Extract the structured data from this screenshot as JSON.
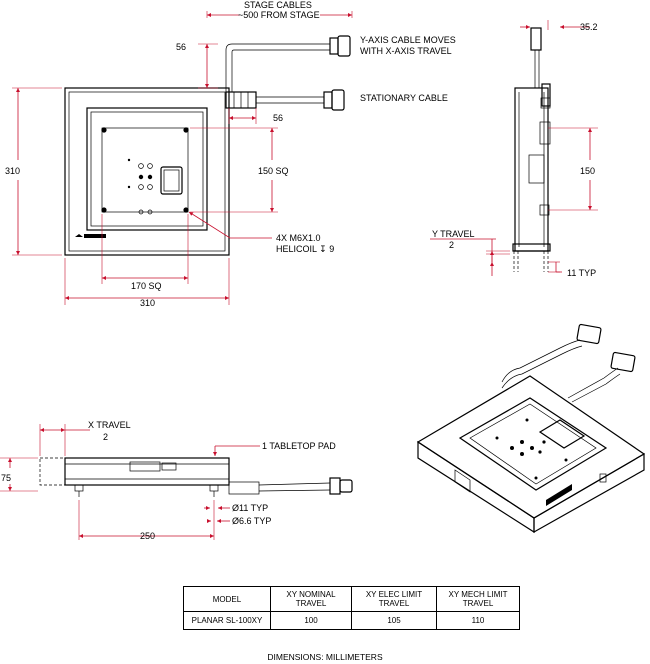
{
  "top_view": {
    "stage_cables_label_1": "STAGE CABLES",
    "stage_cables_label_2": "~500 FROM STAGE",
    "dim_56_vertical": "56",
    "dim_56_horizontal": "56",
    "y_axis_cable_1": "Y-AXIS CABLE MOVES",
    "y_axis_cable_2": "WITH X-AXIS TRAVEL",
    "stationary_cable": "STATIONARY CABLE",
    "dim_310_left": "310",
    "dim_150_sq": "150 SQ",
    "dim_170_sq": "170 SQ",
    "dim_310_bottom": "310",
    "holes_1": "4X M6X1.0",
    "holes_2": "HELICOIL ↧ 9"
  },
  "side_view": {
    "dim_35_2": "35.2",
    "dim_150": "150",
    "y_travel_label": "Y TRAVEL",
    "y_travel_value": "2",
    "dim_11_typ": "11 TYP"
  },
  "front_view": {
    "x_travel_label": "X TRAVEL",
    "x_travel_value": "2",
    "tabletop_pad": "1 TABLETOP PAD",
    "dim_75": "75",
    "dia_11": "Ø11 TYP",
    "dia_6_6": "Ø6.6 TYP",
    "dim_250": "250"
  },
  "table": {
    "headers": [
      "MODEL",
      "XY NOMINAL TRAVEL",
      "XY ELEC LIMIT TRAVEL",
      "XY MECH LIMIT TRAVEL"
    ],
    "header_lines": [
      [
        "MODEL"
      ],
      [
        "XY NOMINAL",
        "TRAVEL"
      ],
      [
        "XY ELEC LIMIT",
        "TRAVEL"
      ],
      [
        "XY MECH LIMIT",
        "TRAVEL"
      ]
    ],
    "rows": [
      [
        "PLANAR SL-100XY",
        "100",
        "105",
        "110"
      ]
    ]
  },
  "footer": "DIMENSIONS:  MILLIMETERS"
}
